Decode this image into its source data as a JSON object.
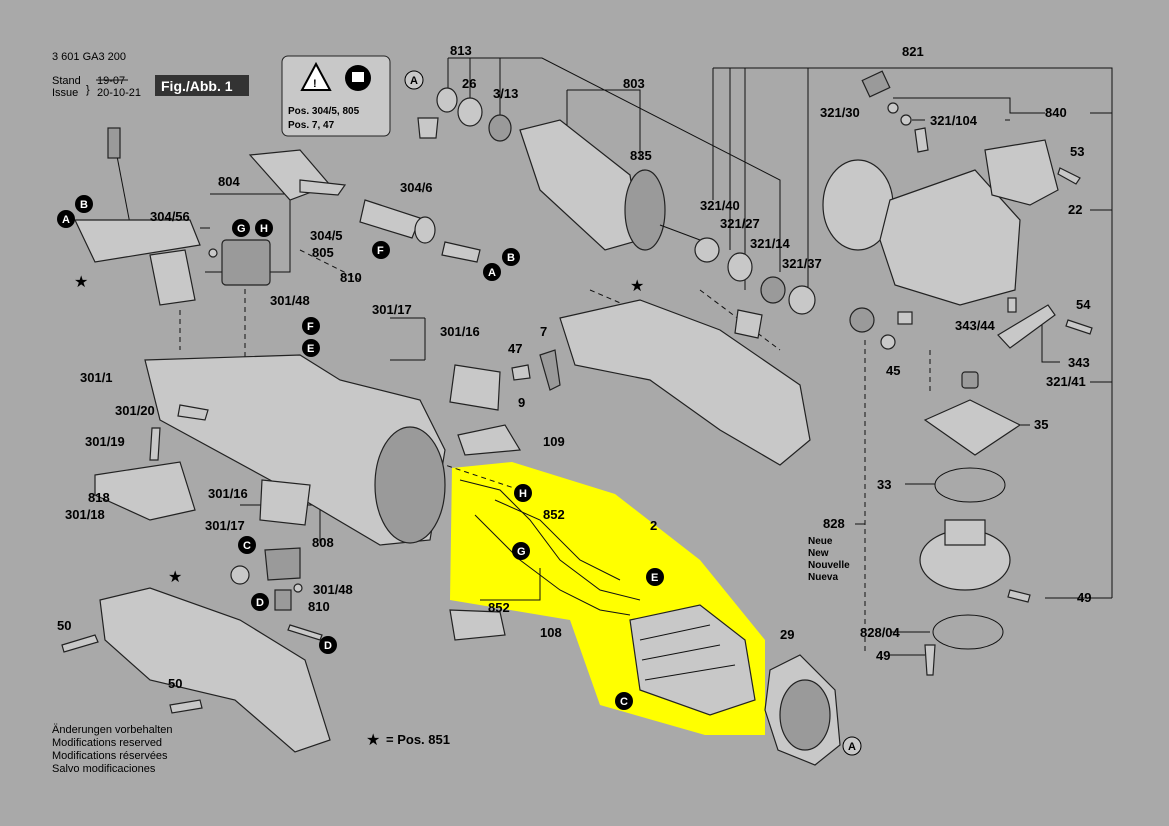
{
  "header": {
    "doc_number": "3 601 GA3 200",
    "stand_label": "Stand",
    "issue_label": "Issue",
    "date_old": "19-07",
    "date_new": "20-10-21",
    "fig_label": "Fig./Abb. 1"
  },
  "warning_box": {
    "line1": "Pos. 304/5, 805",
    "line2": "Pos. 7, 47"
  },
  "part_labels": [
    "813",
    "26",
    "3/13",
    "803",
    "835",
    "821",
    "321/30",
    "840",
    "321/104",
    "53",
    "22",
    "804",
    "304/56",
    "304/5",
    "805",
    "304/6",
    "321/40",
    "321/27",
    "321/14",
    "321/37",
    "810",
    "301/48",
    "301/17",
    "301/16",
    "7",
    "47",
    "54",
    "343/44",
    "343",
    "45",
    "321/41",
    "301/1",
    "301/20",
    "9",
    "109",
    "35",
    "301/19",
    "818",
    "301/18",
    "852",
    "2",
    "33",
    "828",
    "301/16",
    "301/17",
    "808",
    "301/48",
    "810",
    "852",
    "108",
    "29",
    "49",
    "828/04",
    "49",
    "50",
    "50"
  ],
  "letters": [
    "A",
    "B",
    "A",
    "B",
    "A",
    "G",
    "H",
    "F",
    "F",
    "E",
    "H",
    "G",
    "E",
    "C",
    "C",
    "D",
    "D",
    "A"
  ],
  "neue_labels": [
    "Neue",
    "New",
    "Nouvelle",
    "Nueva"
  ],
  "legend": {
    "star_text": "= Pos. 851"
  },
  "footer": {
    "line1": "Änderungen vorbehalten",
    "line2": "Modifications reserved",
    "line3": "Modifications réservées",
    "line4": "Salvo modificaciones"
  },
  "colors": {
    "background": "#a9a9a9",
    "highlight": "#ffff00",
    "fig_box": "#333333"
  }
}
